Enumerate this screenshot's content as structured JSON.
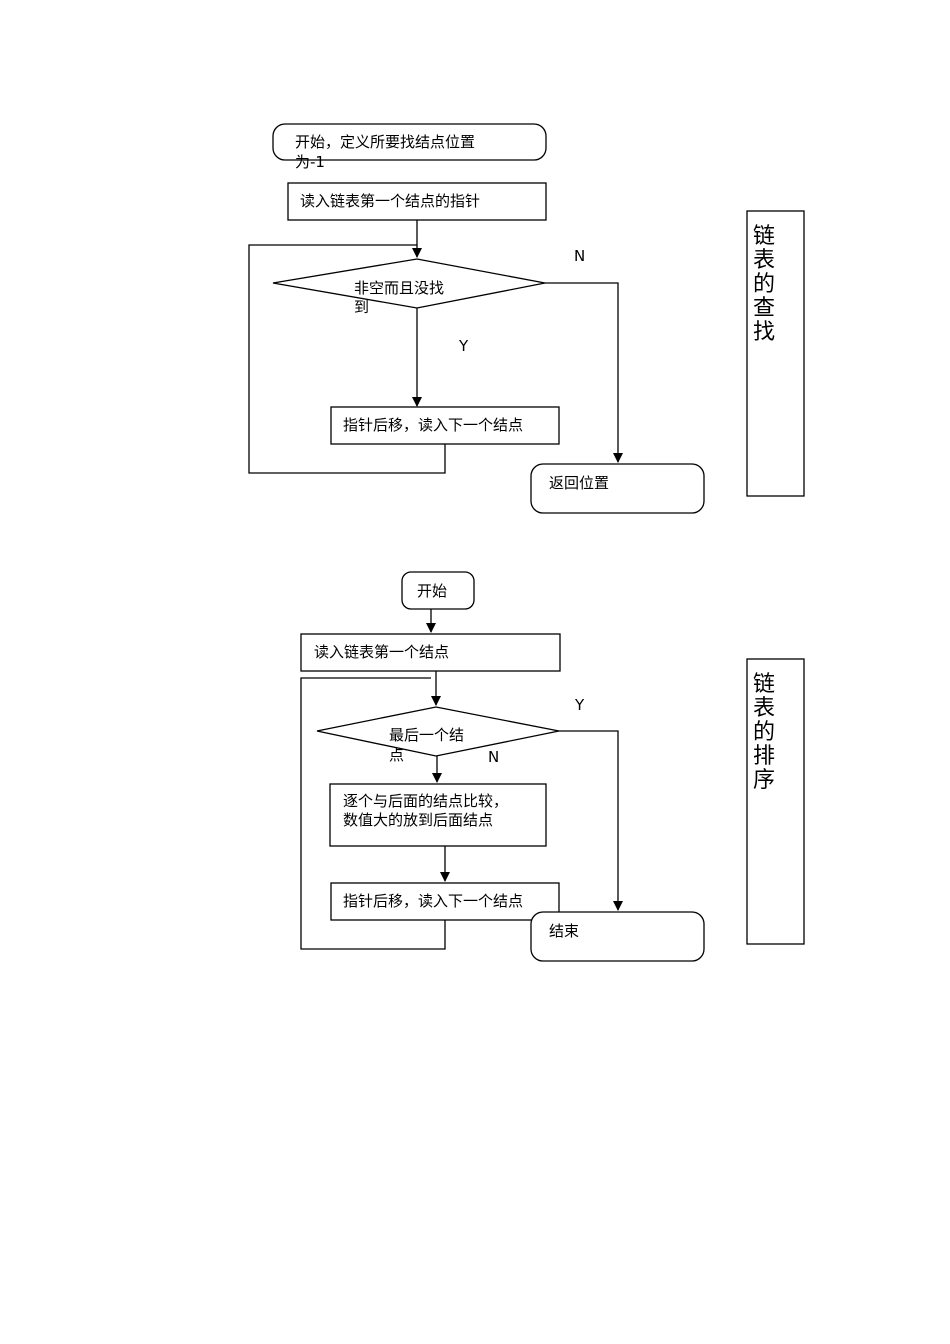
{
  "search": {
    "start_line1": "开始，定义所要找结点位置",
    "start_line2": "为-1",
    "read_first": "读入链表第一个结点的指针",
    "condition_line1": "非空而且没找",
    "condition_line2": "到",
    "label_n": "N",
    "label_y": "Y",
    "move_next": "指针后移，读入下一个结点",
    "return_pos": "返回位置",
    "side_title": [
      "链",
      "表",
      "的",
      "查",
      "找"
    ]
  },
  "sort": {
    "start": "开始",
    "read_first": "读入链表第一个结点",
    "label_y": "Y",
    "condition_line1": "最后一个结",
    "condition_line2": "点",
    "label_n": "N",
    "compare_line1": "逐个与后面的结点比较，",
    "compare_line2": "数值大的放到后面结点",
    "move_next": "指针后移，读入下一个结点",
    "end": "结束",
    "side_title": [
      "链",
      "表",
      "的",
      "排",
      "序"
    ]
  }
}
